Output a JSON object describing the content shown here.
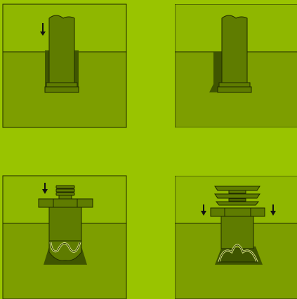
{
  "colors": {
    "background": "#99c400",
    "panel_sky": "#8fb700",
    "panel_ground": "#7d9e00",
    "part_fill": "#5f7c00",
    "part_dark": "#3f5500",
    "stroke": "#1f2a00"
  },
  "panels": [
    {
      "id": "panel-1",
      "icon": "pile-driving-arrow-down"
    },
    {
      "id": "panel-2",
      "icon": "pile-with-displaced-soil"
    },
    {
      "id": "panel-3",
      "icon": "threaded-anchor-with-nut"
    },
    {
      "id": "panel-4",
      "icon": "anchor-expanded-plates"
    }
  ]
}
